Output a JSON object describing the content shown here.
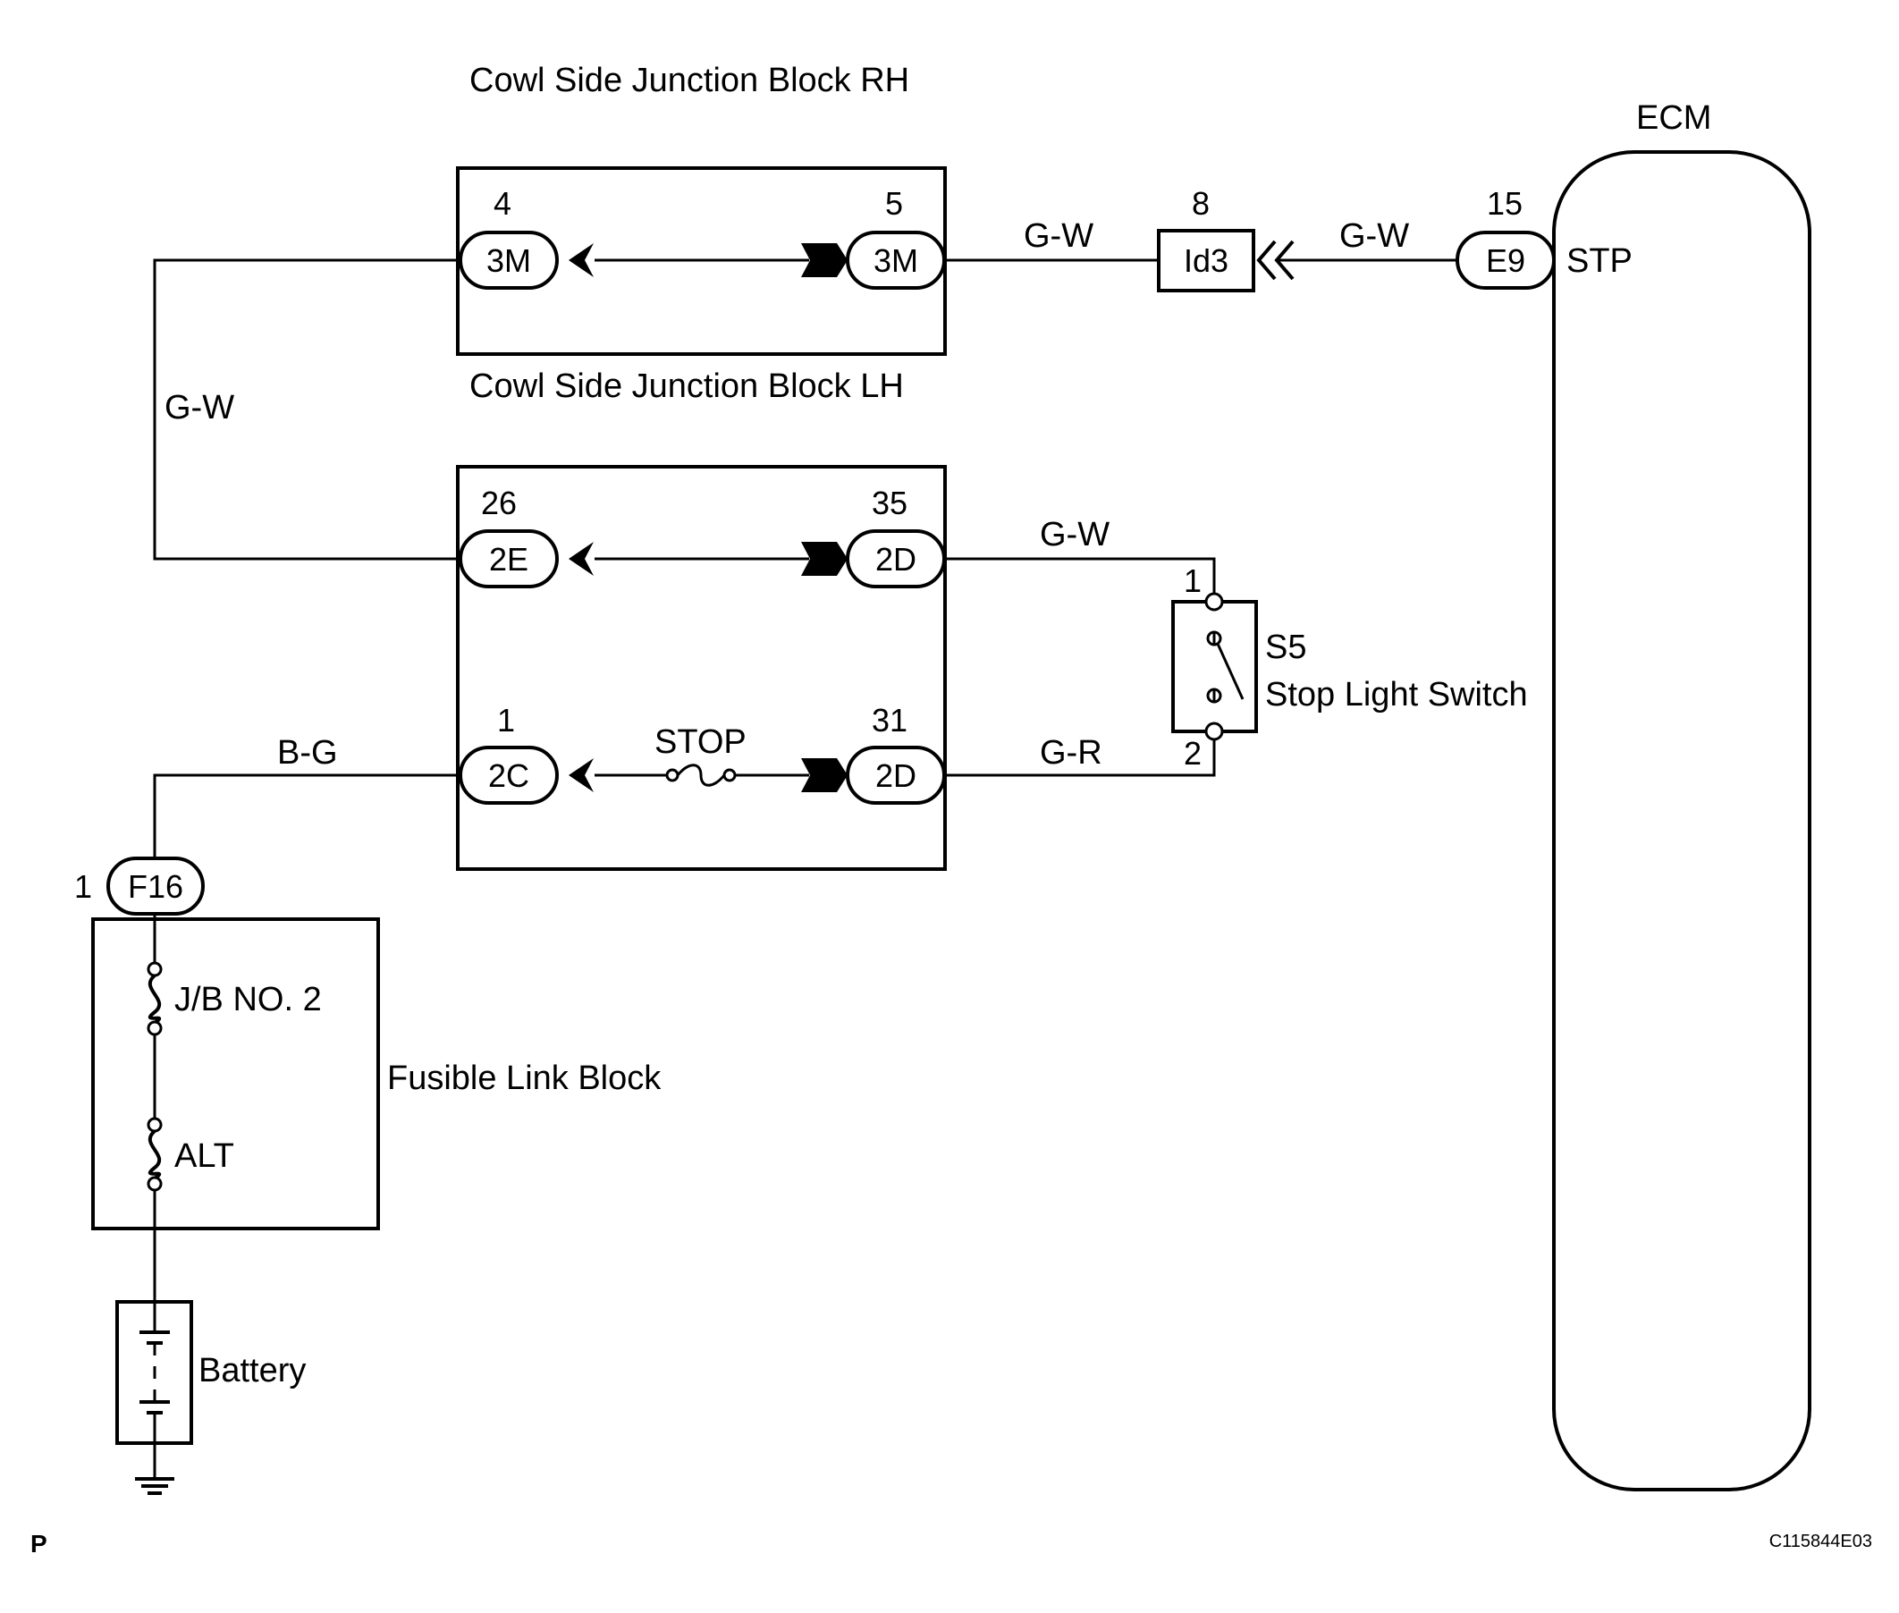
{
  "title_rh": "Cowl Side Junction Block RH",
  "title_lh": "Cowl Side Junction Block LH",
  "ecm": {
    "label": "ECM",
    "pin_name": "STP",
    "pin_number": "15",
    "connector": "E9"
  },
  "junction_rh": {
    "left_pin": "4",
    "left_connector": "3M",
    "right_pin": "5",
    "right_connector": "3M"
  },
  "junction_lh": {
    "pin_26": "26",
    "conn_2e": "2E",
    "pin_35": "35",
    "conn_2d_top": "2D",
    "pin_1": "1",
    "conn_2c": "2C",
    "pin_31": "31",
    "conn_2d_bottom": "2D",
    "fuse_label": "STOP"
  },
  "id3": {
    "pin": "8",
    "label": "Id3"
  },
  "wires": {
    "gw_left": "G-W",
    "gw_jb_to_id3": "G-W",
    "gw_id3_to_ecm": "G-W",
    "gw_to_switch": "G-W",
    "gr_from_switch": "G-R",
    "bg": "B-G"
  },
  "switch": {
    "code": "S5",
    "name": "Stop Light Switch",
    "pin_top": "1",
    "pin_bottom": "2"
  },
  "fusible_link": {
    "pin": "1",
    "connector": "F16",
    "fuse_jb": "J/B NO. 2",
    "fuse_alt": "ALT",
    "block_label": "Fusible Link  Block"
  },
  "battery_label": "Battery",
  "corner_left": "P",
  "corner_right": "C115844E03"
}
